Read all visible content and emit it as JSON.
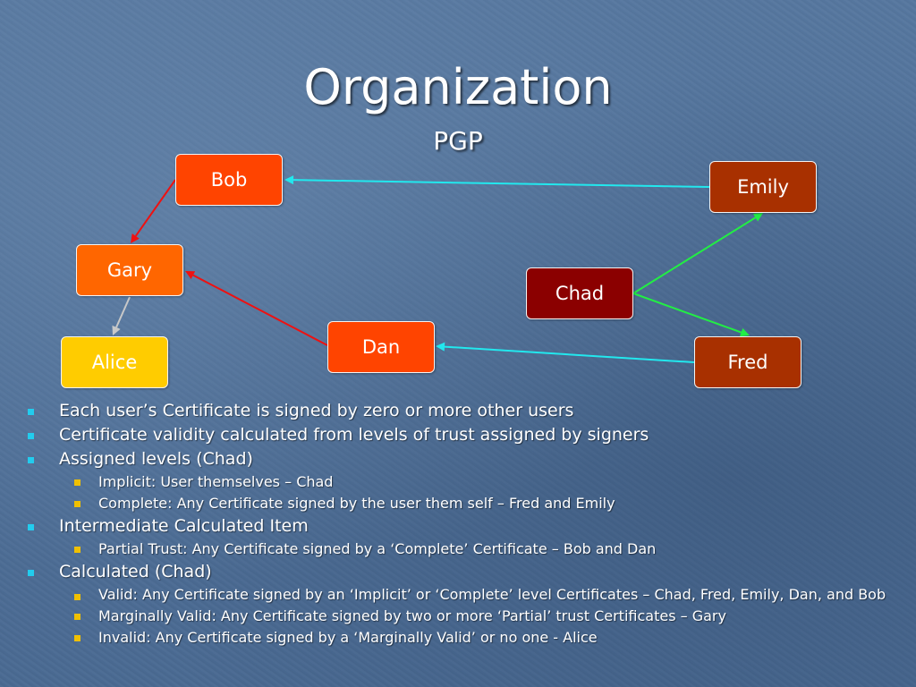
{
  "slide": {
    "title": "Organization",
    "subtitle": "PGP"
  },
  "diagram": {
    "nodes": [
      {
        "id": "bob",
        "label": "Bob",
        "color": "#ff4400"
      },
      {
        "id": "emily",
        "label": "Emily",
        "color": "#a83000"
      },
      {
        "id": "gary",
        "label": "Gary",
        "color": "#ff6600"
      },
      {
        "id": "chad",
        "label": "Chad",
        "color": "#8b0000"
      },
      {
        "id": "dan",
        "label": "Dan",
        "color": "#ff4400"
      },
      {
        "id": "alice",
        "label": "Alice",
        "color": "#ffcc00"
      },
      {
        "id": "fred",
        "label": "Fred",
        "color": "#a83000"
      }
    ],
    "edges": [
      {
        "from": "emily",
        "to": "bob",
        "color": "#22e8ee"
      },
      {
        "from": "bob",
        "to": "gary",
        "color": "#ee1111"
      },
      {
        "from": "dan",
        "to": "gary",
        "color": "#ee1111"
      },
      {
        "from": "gary",
        "to": "alice",
        "color": "#c8c8c8"
      },
      {
        "from": "chad",
        "to": "emily",
        "color": "#22ee44"
      },
      {
        "from": "chad",
        "to": "fred",
        "color": "#22ee44"
      },
      {
        "from": "fred",
        "to": "dan",
        "color": "#22e8ee"
      }
    ]
  },
  "bullets": [
    {
      "level": 1,
      "text": "Each user’s Certificate is signed by zero or more other users"
    },
    {
      "level": 1,
      "text": "Certificate validity calculated from levels of trust assigned by signers"
    },
    {
      "level": 1,
      "text": "Assigned levels (Chad)"
    },
    {
      "level": 2,
      "text": "Implicit: User themselves – Chad"
    },
    {
      "level": 2,
      "text": "Complete: Any Certificate signed by the user them self – Fred and Emily"
    },
    {
      "level": 1,
      "text": "Intermediate Calculated Item"
    },
    {
      "level": 2,
      "text": "Partial Trust: Any Certificate signed by a ‘Complete’ Certificate – Bob and Dan"
    },
    {
      "level": 1,
      "text": "Calculated (Chad)"
    },
    {
      "level": 2,
      "text": "Valid: Any Certificate signed by an ‘Implicit’ or ‘Complete’ level Certificates – Chad, Fred, Emily, Dan, and Bob"
    },
    {
      "level": 2,
      "text": "Marginally Valid: Any Certificate signed by two or more ‘Partial’ trust Certificates – Gary"
    },
    {
      "level": 2,
      "text": "Invalid: Any Certificate signed by a ‘Marginally Valid’ or no one - Alice"
    }
  ]
}
